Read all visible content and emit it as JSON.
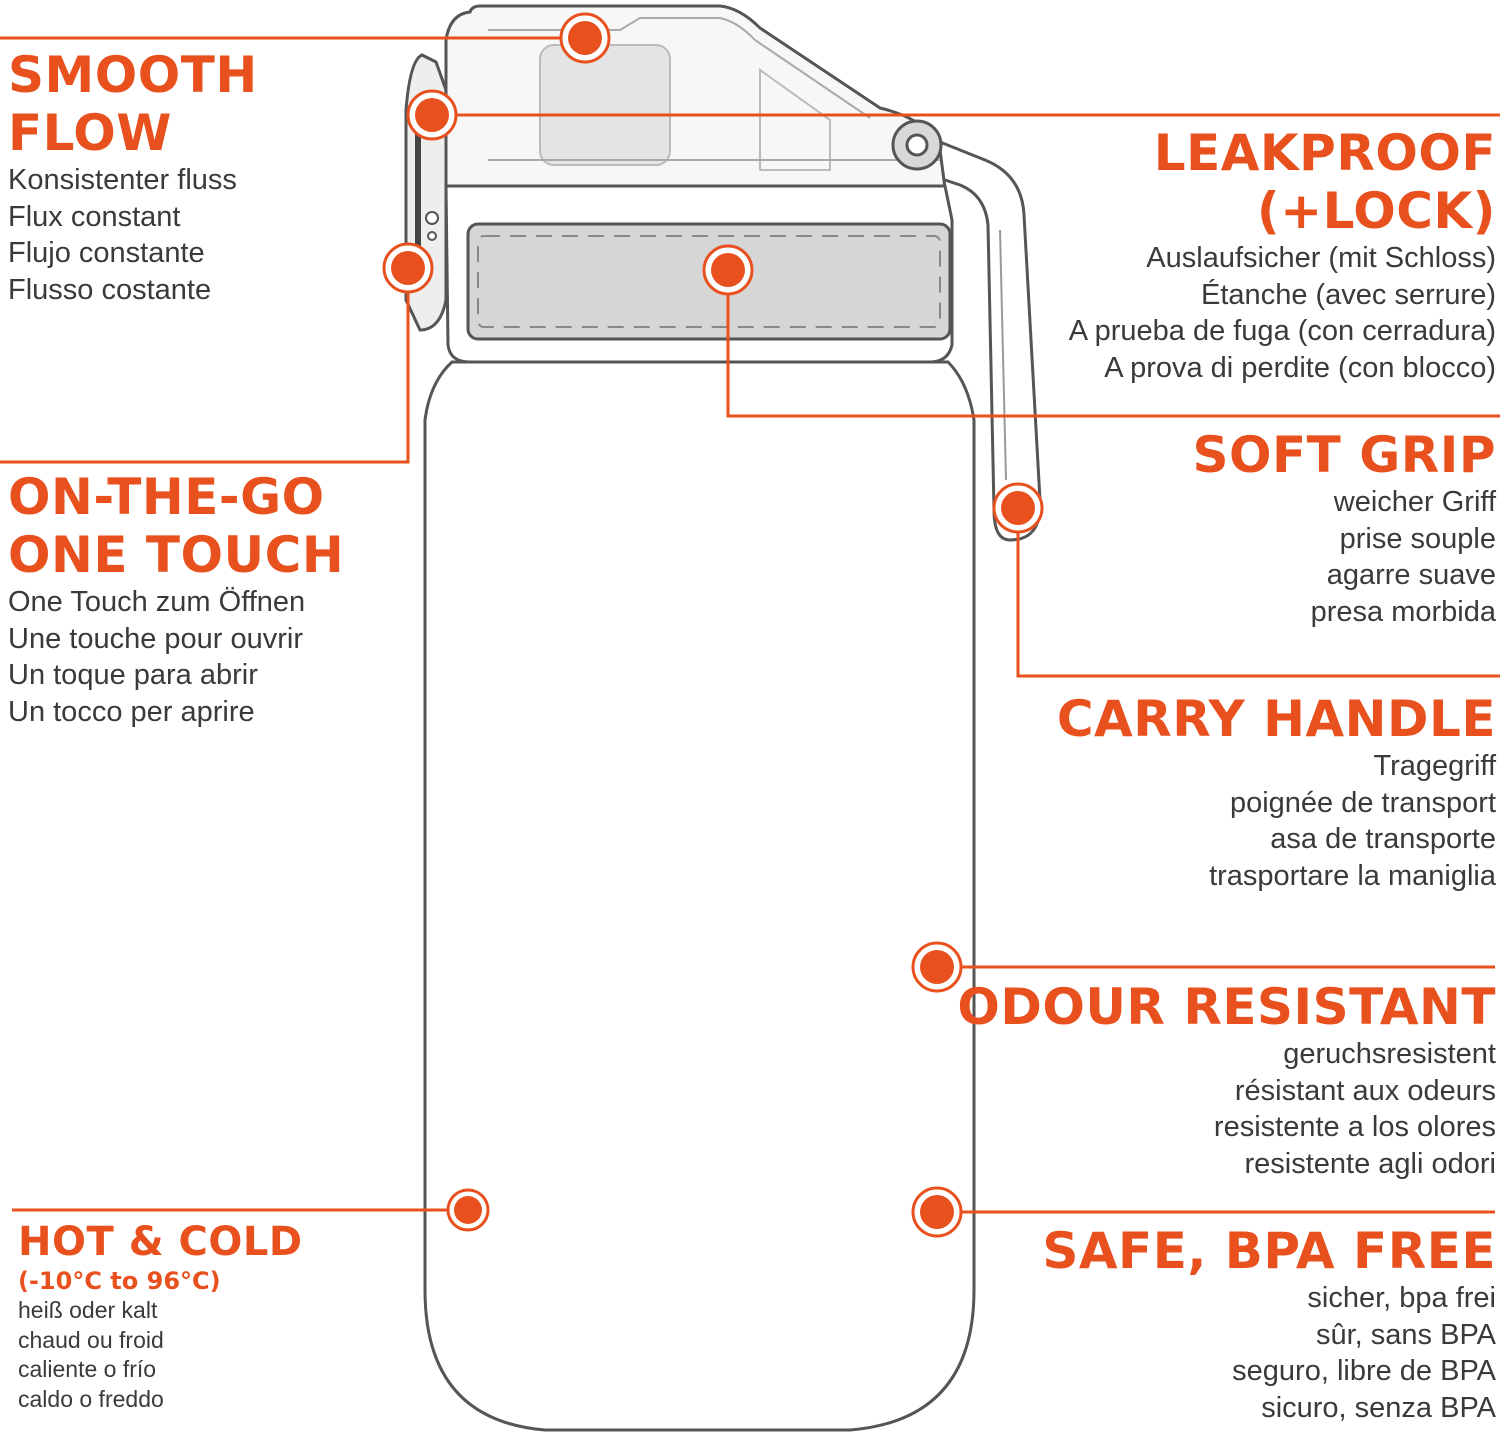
{
  "colors": {
    "accent": "#e8511e",
    "text": "#3a3a3a",
    "outline": "#555555",
    "band": "#d6d6d6"
  },
  "features": {
    "smooth_flow": {
      "title": [
        "SMOOTH",
        "FLOW"
      ],
      "lines": [
        "Konsistenter fluss",
        "Flux constant",
        "Flujo constante",
        "Flusso costante"
      ]
    },
    "leakproof": {
      "title": [
        "LEAKPROOF",
        "(+LOCK)"
      ],
      "lines": [
        "Auslaufsicher (mit Schloss)",
        "Étanche (avec serrure)",
        "A prueba de fuga (con cerradura)",
        "A prova di perdite (con blocco)"
      ]
    },
    "on_the_go": {
      "title": [
        "ON-THE-GO",
        "ONE TOUCH"
      ],
      "lines": [
        "One Touch zum Öffnen",
        "Une touche pour ouvrir",
        "Un toque para abrir",
        "Un tocco per aprire"
      ]
    },
    "soft_grip": {
      "title": [
        "SOFT GRIP"
      ],
      "lines": [
        "weicher Griff",
        "prise souple",
        "agarre suave",
        "presa morbida"
      ]
    },
    "carry_handle": {
      "title": [
        "CARRY HANDLE"
      ],
      "lines": [
        "Tragegriff",
        "poignée de transport",
        "asa de transporte",
        "trasportare la maniglia"
      ]
    },
    "odour_resistant": {
      "title": [
        "ODOUR RESISTANT"
      ],
      "lines": [
        "geruchsresistent",
        "résistant aux odeurs",
        "resistente a los olores",
        "resistente agli odori"
      ]
    },
    "hot_cold": {
      "title": [
        "HOT & COLD"
      ],
      "subtitle": "(-10°C to 96°C)",
      "lines": [
        "heiß oder kalt",
        "chaud ou froid",
        "caliente o frío",
        "caldo o freddo"
      ]
    },
    "bpa_free": {
      "title": [
        "SAFE, BPA FREE"
      ],
      "lines": [
        "sicher, bpa frei",
        "sûr, sans BPA",
        "seguro, libre de BPA",
        "sicuro, senza BPA"
      ]
    }
  }
}
